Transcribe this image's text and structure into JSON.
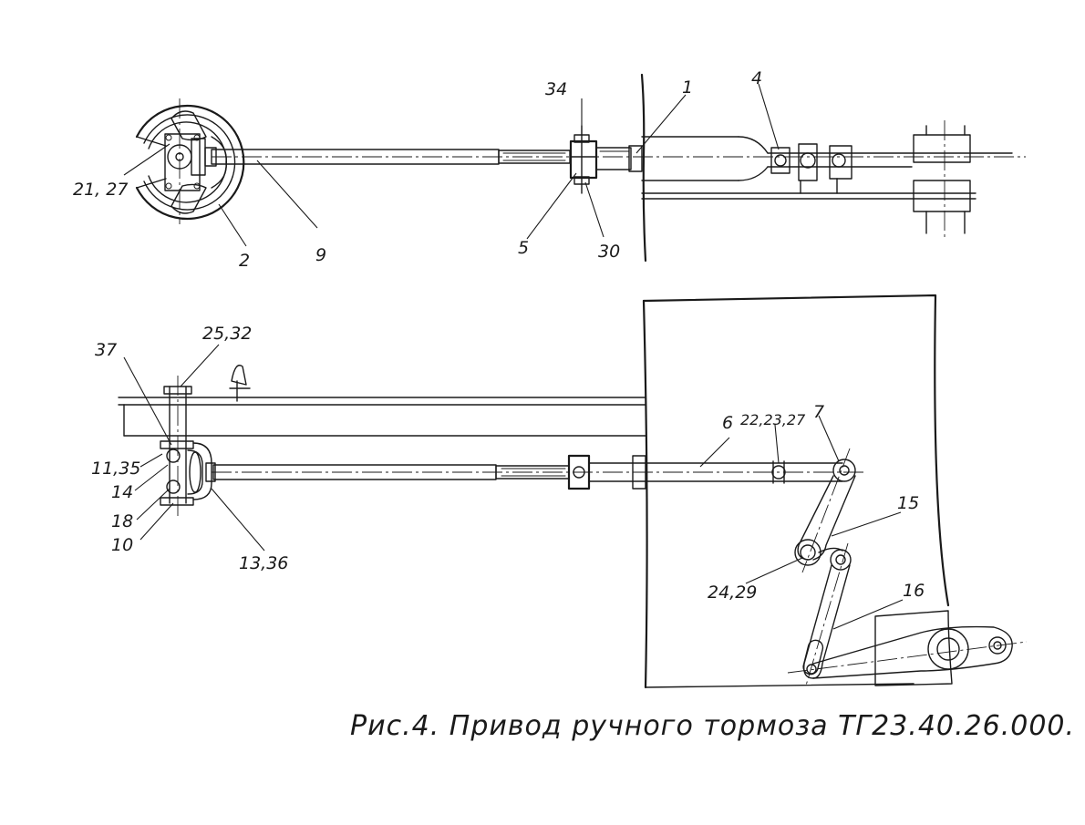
{
  "labels": {
    "l_34": "34",
    "l_1": "1",
    "l_4": "4",
    "l_21_27": "21, 27",
    "l_2": "2",
    "l_9": "9",
    "l_5": "5",
    "l_30": "30",
    "l_25_32": "25,32",
    "l_37": "37",
    "l_11_35": "11,35",
    "l_14": "14",
    "l_18": "18",
    "l_10": "10",
    "l_13_36": "13,36",
    "l_6": "6",
    "l_22_23_27": "22,23,27",
    "l_7": "7",
    "l_15": "15",
    "l_24_29": "24,29",
    "l_16": "16"
  },
  "caption": "Рис.4. Привод ручного тормоза ТГ23.40.26.000."
}
